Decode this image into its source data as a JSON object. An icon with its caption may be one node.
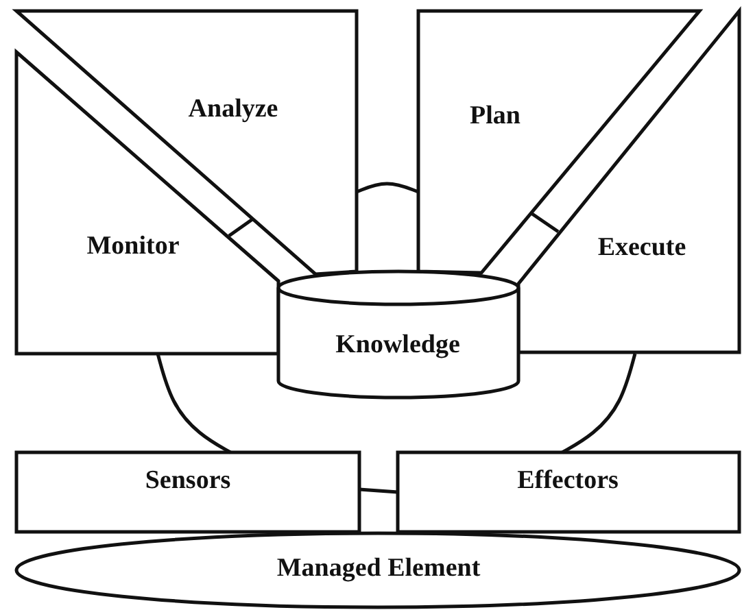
{
  "diagram": {
    "nodes": [
      {
        "text": [
          "Monitor"
        ]
      },
      {
        "text": [
          "Analyze"
        ]
      },
      {
        "text": [
          "Plan"
        ]
      },
      {
        "text": [
          "Execute"
        ]
      },
      {
        "text": [
          "Knowledge"
        ]
      },
      {
        "text": [
          "Sensors"
        ]
      },
      {
        "text": [
          "Effectors"
        ]
      },
      {
        "text": [
          "Managed Element"
        ]
      }
    ],
    "edges": [
      {
        "from": 0,
        "to": 1,
        "arrow": "none"
      },
      {
        "from": 1,
        "to": 2,
        "arrow": "none"
      },
      {
        "from": 2,
        "to": 3,
        "arrow": "none"
      },
      {
        "from": 0,
        "to": 5,
        "arrow": "none"
      },
      {
        "from": 3,
        "to": 6,
        "arrow": "none"
      },
      {
        "from": 5,
        "to": 6,
        "arrow": "none"
      }
    ]
  }
}
